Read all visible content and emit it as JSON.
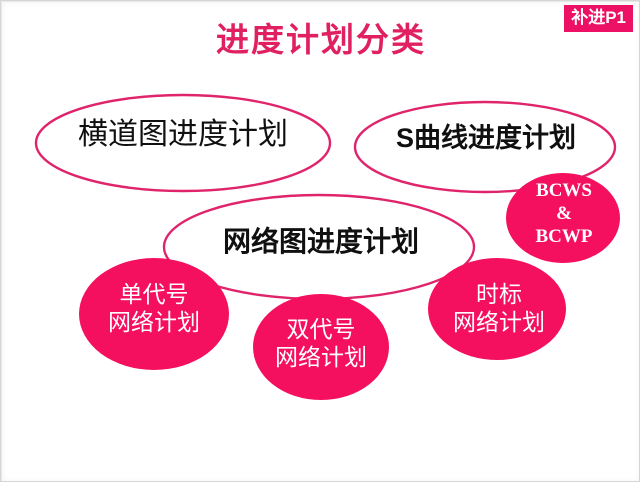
{
  "slide": {
    "title": "进度计划分类",
    "badge": "补进P1",
    "colors": {
      "title": "#e02060",
      "badge_bg": "#ec1164",
      "ellipse_stroke": "#e0246c",
      "bubble_fill": "#f4105e",
      "outline_text": "#101010",
      "bubble_text": "#ffffff",
      "background": "#ffffff"
    }
  },
  "nodes": {
    "gantt": {
      "label": "横道图进度计划"
    },
    "s_curve": {
      "label": "S曲线进度计划"
    },
    "network": {
      "label": "网络图进度计划"
    },
    "bcws": {
      "line1": "BCWS",
      "line2": "&",
      "line3": "BCWP"
    },
    "single_code": {
      "line1": "单代号",
      "line2": "网络计划"
    },
    "double_code": {
      "line1": "双代号",
      "line2": "网络计划"
    },
    "time_scale": {
      "line1": "时标",
      "line2": "网络计划"
    }
  }
}
